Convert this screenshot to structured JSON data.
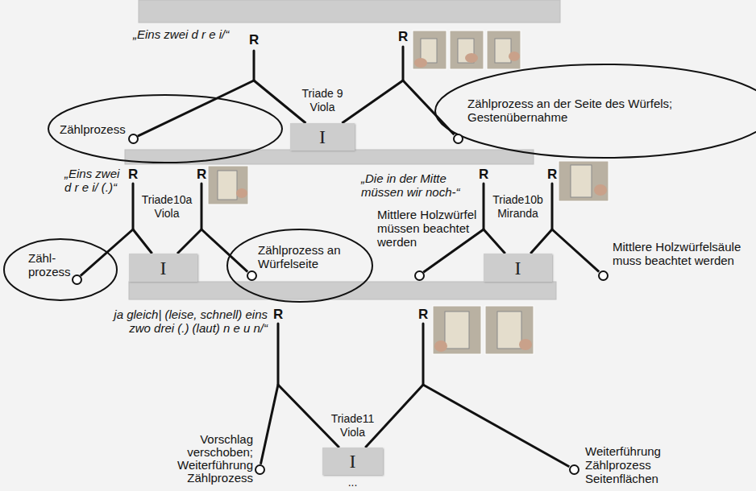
{
  "diagram": {
    "nodes": [
      {
        "text": [
          "Zählprozess"
        ]
      },
      {
        "text": [
          "I"
        ]
      },
      {
        "text": [
          "Zählprozess an der Seite des Würfels; Gestenübernahme"
        ]
      },
      {
        "text": [
          "Zähl- prozess"
        ]
      },
      {
        "text": [
          "I"
        ]
      },
      {
        "text": [
          "Zählprozess an Würfelseite"
        ]
      },
      {
        "text": [
          "Mittlere Holzwürfel müssen beachtet werden"
        ]
      },
      {
        "text": [
          "I"
        ]
      },
      {
        "text": [
          "Mittlere Holzwürfelsäule muss beachtet werden"
        ]
      },
      {
        "text": [
          "Vorschlag verschoben; Weiterführung Zählprozess"
        ]
      },
      {
        "text": [
          "I"
        ]
      },
      {
        "text": [
          "Weiterführung Zählprozess Seitenflächen"
        ]
      }
    ],
    "edges": [
      {
        "from": 0,
        "to": 1,
        "arrow": "none"
      },
      {
        "from": 1,
        "to": 2,
        "arrow": "none"
      },
      {
        "from": 3,
        "to": 4,
        "arrow": "none"
      },
      {
        "from": 4,
        "to": 5,
        "arrow": "none"
      },
      {
        "from": 6,
        "to": 7,
        "arrow": "none"
      },
      {
        "from": 7,
        "to": 8,
        "arrow": "none"
      },
      {
        "from": 9,
        "to": 10,
        "arrow": "none"
      },
      {
        "from": 10,
        "to": 11,
        "arrow": "none"
      }
    ],
    "labels": [
      "„Eins zwei d r e i/“",
      "R",
      "R",
      "Triade 9",
      "Viola",
      "„Eins zwei d r e i/ (.)“",
      "R",
      "R",
      "„Die in der Mitte müssen wir noch-“",
      "R",
      "R",
      "Triade10a",
      "Viola",
      "Triade10b",
      "Miranda",
      "ja gleich| (leise, schnell) eins zwo drei (.) (laut) n e u n/“",
      "R",
      "R",
      "Triade11",
      "Viola",
      "..."
    ]
  }
}
